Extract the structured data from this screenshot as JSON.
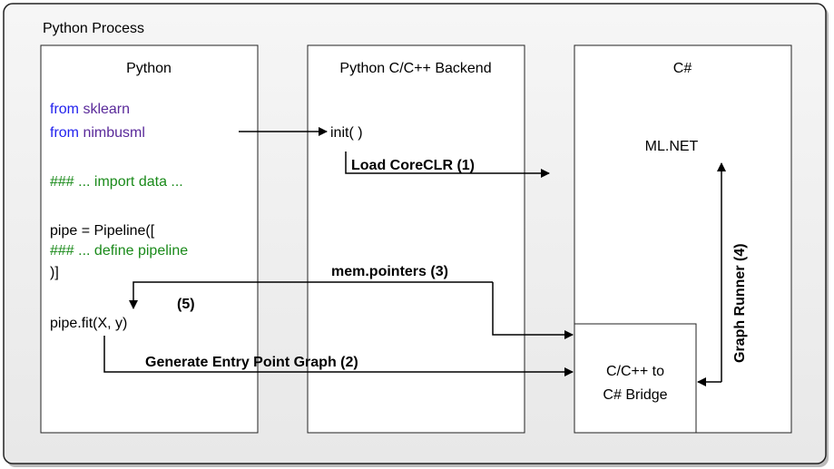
{
  "process_label": "Python Process",
  "python_box": {
    "title": "Python",
    "code": [
      {
        "kw": "from",
        "mod": "sklearn"
      },
      {
        "kw": "from",
        "mod": "nimbusml"
      }
    ],
    "comment_import": "### ... import data ...",
    "pipe_line": "pipe = Pipeline([",
    "comment_define": "### ... define pipeline",
    "close_line": ")]",
    "fit_line": "pipe.fit(X, y)"
  },
  "backend_box": {
    "title": "Python C/C++ Backend",
    "init": "init( )"
  },
  "csharp_box": {
    "title": "C#",
    "mlnet": "ML.NET",
    "bridge_line1": "C/C++ to",
    "bridge_line2": "C# Bridge"
  },
  "arrows": {
    "load_coreclr": "Load CoreCLR (1)",
    "entry_point_graph": "Generate Entry Point Graph (2)",
    "mem_pointers": "mem.pointers (3)",
    "graph_runner": "Graph Runner (4)",
    "step5": "(5)"
  },
  "colors": {
    "keyword": "#2222ee",
    "module": "#5a2a9a",
    "comment": "#1a8a1a"
  }
}
